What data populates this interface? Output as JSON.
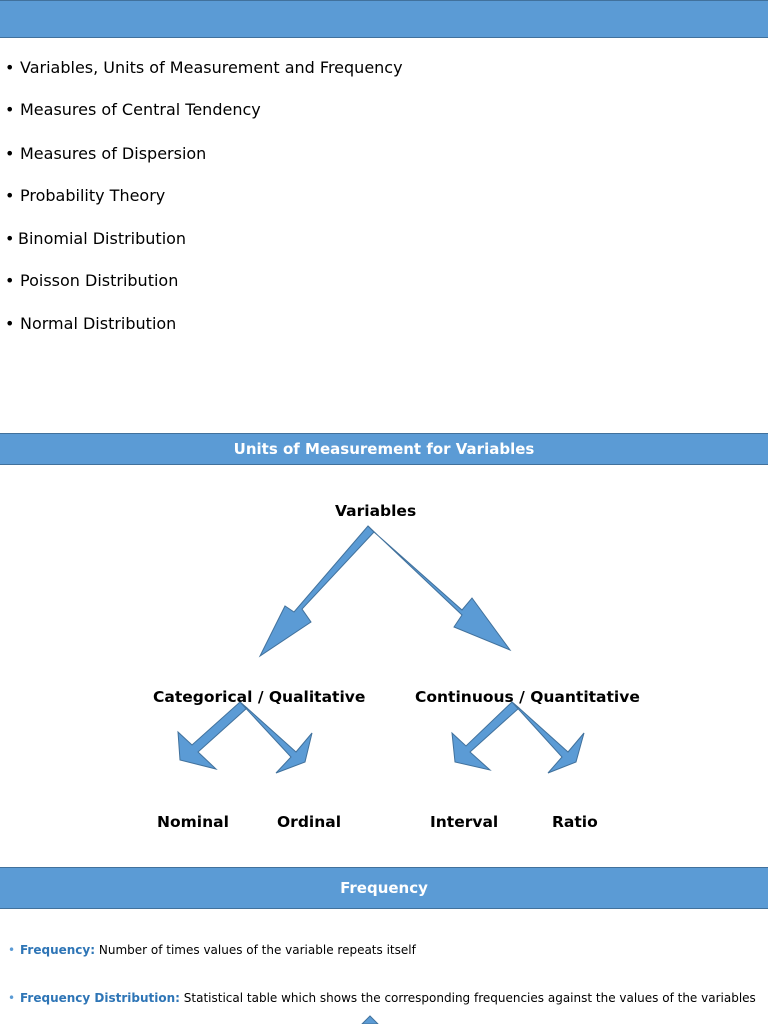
{
  "header_bar": {
    "title": ""
  },
  "topics": [
    "Variables, Units of Measurement and Frequency",
    "Measures of Central Tendency",
    "Measures of Dispersion",
    "Probability Theory",
    "Binomial Distribution",
    "Poisson Distribution",
    "Normal Distribution"
  ],
  "units_section": {
    "title": "Units of Measurement for Variables",
    "root": "Variables",
    "categorical": "Categorical / Qualitative",
    "continuous": "Continuous / Quantitative",
    "nominal": "Nominal",
    "ordinal": "Ordinal",
    "interval": "Interval",
    "ratio": "Ratio"
  },
  "frequency_section": {
    "title": "Frequency",
    "items": [
      {
        "term": "Frequency:",
        "definition": " Number of times values of the variable repeats itself"
      },
      {
        "term": "Frequency Distribution:",
        "definition": " Statistical table which shows the corresponding frequencies against the values of the variables"
      }
    ]
  },
  "colors": {
    "bar": "#5b9bd5",
    "arrow": "#5b9bd5",
    "arrow_border": "#41719c",
    "term": "#2e75b6"
  }
}
